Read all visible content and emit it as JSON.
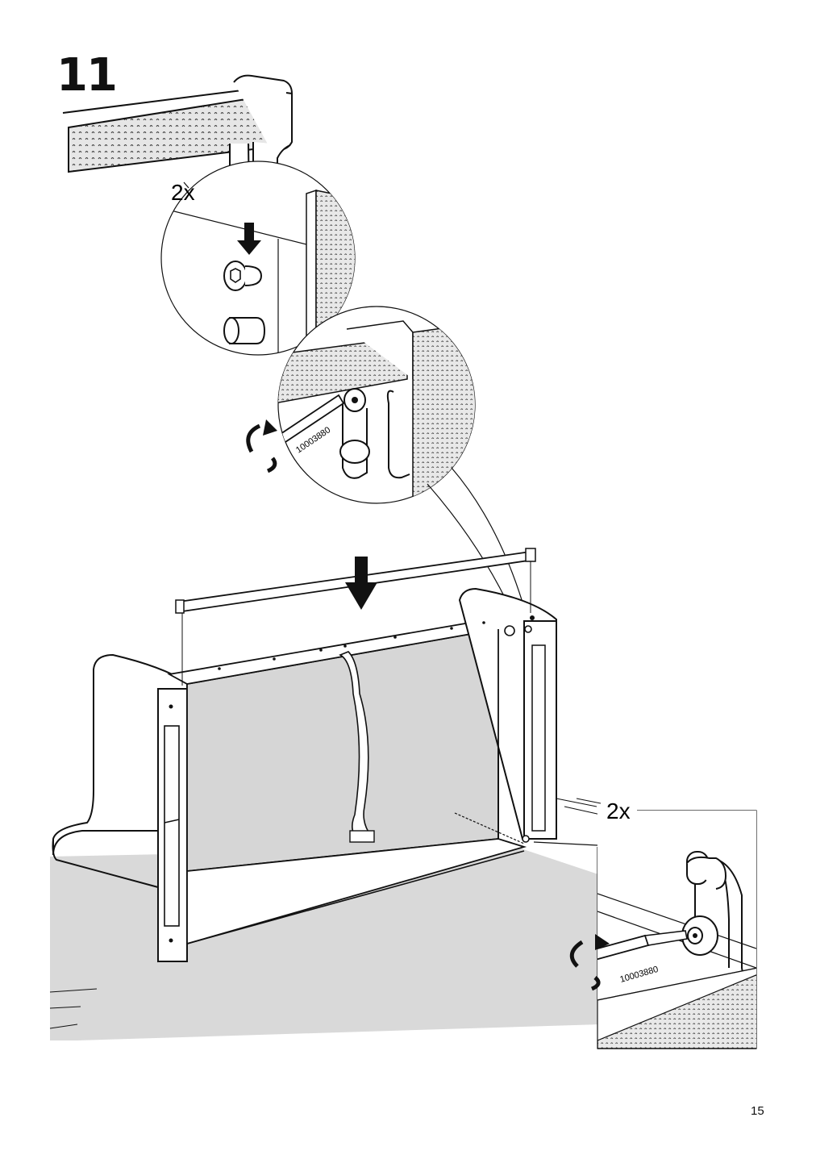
{
  "step": {
    "number": "11"
  },
  "callouts": {
    "quantity_top": "2x",
    "quantity_bottom": "2x",
    "tool_id_top": "10003880",
    "tool_id_bottom": "10003880"
  },
  "page": {
    "number": "15"
  },
  "icons": [
    "down-arrow-icon",
    "rotate-arrow-icon",
    "allen-key-icon",
    "screw-icon"
  ]
}
